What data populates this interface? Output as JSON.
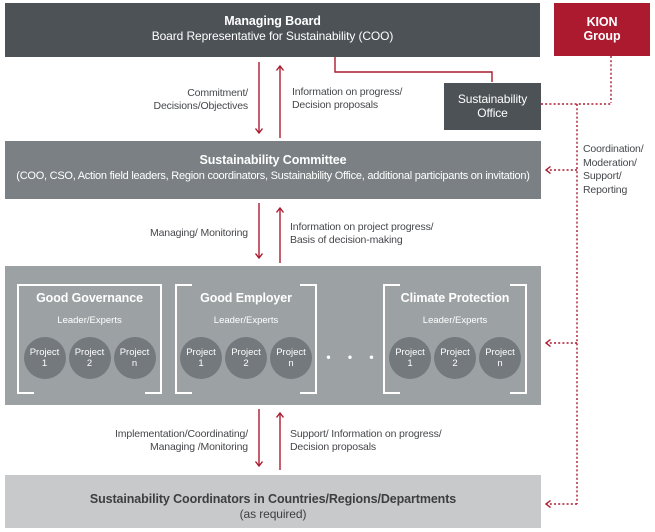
{
  "managing_board": {
    "title": "Managing Board",
    "subtitle": "Board Representative for Sustainability (COO)"
  },
  "kion_group": {
    "line1": "KION",
    "line2": "Group"
  },
  "sustainability_office": {
    "line1": "Sustainability",
    "line2": "Office"
  },
  "committee": {
    "title": "Sustainability Committee",
    "subtitle": "(COO, CSO, Action field leaders, Region coordinators, Sustainability Office, additional participants on invitation)"
  },
  "coordinators": {
    "title": "Sustainability Coordinators in Countries/Regions/Departments",
    "subtitle": "(as required)"
  },
  "flows": {
    "commitment": {
      "line1": "Commitment/",
      "line2": "Decisions/Objectives"
    },
    "info_progress": {
      "line1": "Information on progress/",
      "line2": "Decision proposals"
    },
    "managing": {
      "line1": "Managing/ Monitoring"
    },
    "info_project": {
      "line1": "Information on project progress/",
      "line2": "Basis of decision-making"
    },
    "implementation": {
      "line1": "Implementation/Coordinating/",
      "line2": "Managing /Monitoring"
    },
    "support": {
      "line1": "Support/ Information on progress/",
      "line2": "Decision proposals"
    },
    "coordination": {
      "line1": "Coordination/",
      "line2": "Moderation/",
      "line3": "Support/",
      "line4": "Reporting"
    }
  },
  "action_fields": {
    "ellipsis": "• • •",
    "groups": [
      {
        "title": "Good Governance",
        "subtitle": "Leader/Experts",
        "projects": [
          {
            "label": "Project",
            "number": "1"
          },
          {
            "label": "Project",
            "number": "2"
          },
          {
            "label": "Project",
            "number": "n"
          }
        ]
      },
      {
        "title": "Good Employer",
        "subtitle": "Leader/Experts",
        "projects": [
          {
            "label": "Project",
            "number": "1"
          },
          {
            "label": "Project",
            "number": "2"
          },
          {
            "label": "Project",
            "number": "n"
          }
        ]
      },
      {
        "title": "Climate Protection",
        "subtitle": "Leader/Experts",
        "projects": [
          {
            "label": "Project",
            "number": "1"
          },
          {
            "label": "Project",
            "number": "2"
          },
          {
            "label": "Project",
            "number": "n"
          }
        ]
      }
    ]
  },
  "colors": {
    "red": "#ac1a2f",
    "dark": "#4d5256",
    "mid": "#7a8083",
    "field": "#9ca1a4",
    "circle": "#73797c",
    "light": "#c8c9cb",
    "label": "#45474b"
  }
}
